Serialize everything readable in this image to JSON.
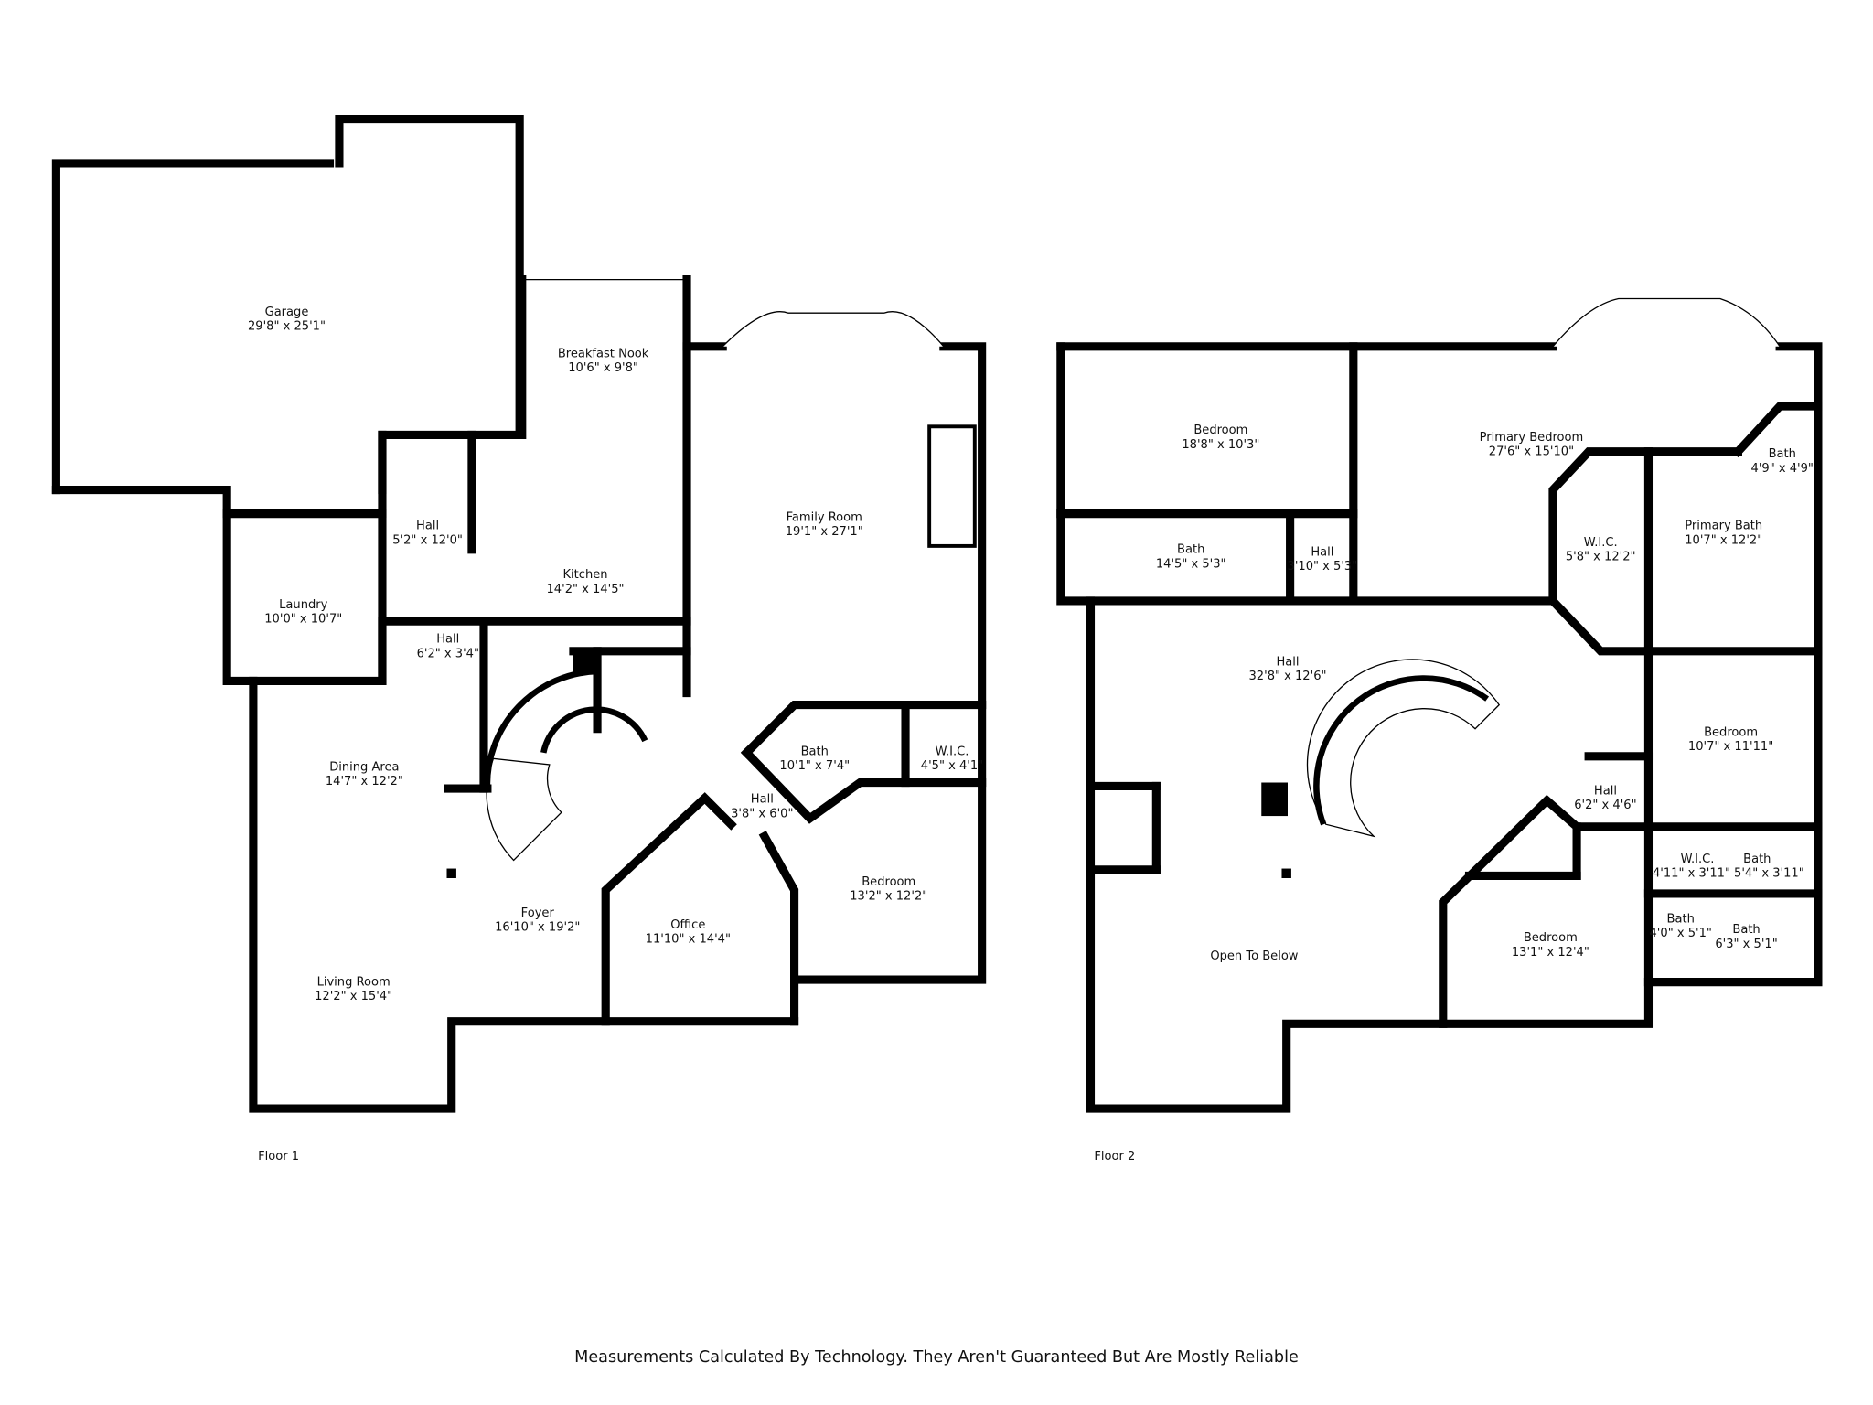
{
  "floors": [
    {
      "label": "Floor 1",
      "rooms": [
        {
          "name": "Garage",
          "dims": "29'8\" x 25'1\""
        },
        {
          "name": "Breakfast Nook",
          "dims": "10'6\" x 9'8\""
        },
        {
          "name": "Family Room",
          "dims": "19'1\" x 27'1\""
        },
        {
          "name": "Hall",
          "dims": "5'2\" x 12'0\""
        },
        {
          "name": "Kitchen",
          "dims": "14'2\" x 14'5\""
        },
        {
          "name": "Laundry",
          "dims": "10'0\" x 10'7\""
        },
        {
          "name": "Hall",
          "dims": "6'2\" x 3'4\""
        },
        {
          "name": "Dining Area",
          "dims": "14'7\" x 12'2\""
        },
        {
          "name": "Bath",
          "dims": "10'1\" x 7'4\""
        },
        {
          "name": "W.I.C.",
          "dims": "4'5\" x 4'1\""
        },
        {
          "name": "Hall",
          "dims": "3'8\" x 6'0\""
        },
        {
          "name": "Bedroom",
          "dims": "13'2\" x 12'2\""
        },
        {
          "name": "Foyer",
          "dims": "16'10\" x 19'2\""
        },
        {
          "name": "Office",
          "dims": "11'10\" x 14'4\""
        },
        {
          "name": "Living Room",
          "dims": "12'2\" x 15'4\""
        }
      ]
    },
    {
      "label": "Floor 2",
      "rooms": [
        {
          "name": "Bedroom",
          "dims": "18'8\" x 10'3\""
        },
        {
          "name": "Primary Bedroom",
          "dims": "27'6\" x 15'10\""
        },
        {
          "name": "Bath",
          "dims": "4'9\" x 4'9\""
        },
        {
          "name": "Primary Bath",
          "dims": "10'7\" x 12'2\""
        },
        {
          "name": "W.I.C.",
          "dims": "5'8\" x 12'2\""
        },
        {
          "name": "Bath",
          "dims": "14'5\" x 5'3\""
        },
        {
          "name": "Hall",
          "dims": "3'10\" x 5'3\""
        },
        {
          "name": "Hall",
          "dims": "32'8\" x 12'6\""
        },
        {
          "name": "Bedroom",
          "dims": "10'7\" x 11'11\""
        },
        {
          "name": "Hall",
          "dims": "6'2\" x 4'6\""
        },
        {
          "name": "W.I.C.",
          "dims": "4'11\" x 3'11\""
        },
        {
          "name": "Bath",
          "dims": "5'4\" x 3'11\""
        },
        {
          "name": "Bath",
          "dims": "4'0\" x 5'1\""
        },
        {
          "name": "Bath",
          "dims": "6'3\" x 5'1\""
        },
        {
          "name": "Bedroom",
          "dims": "13'1\" x 12'4\""
        },
        {
          "name": "Open To Below",
          "dims": ""
        }
      ]
    }
  ],
  "disclaimer": "Measurements Calculated By Technology. They Aren't Guaranteed But Are Mostly Reliable"
}
